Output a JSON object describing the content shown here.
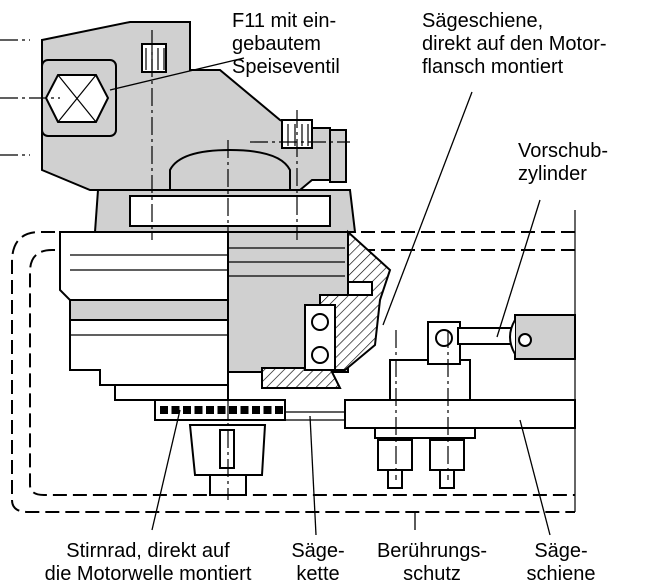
{
  "labels": {
    "f11": "F11 mit ein-\ngebautem\nSpeiseventil",
    "saegeschiene_top": "Sägeschiene,\ndirekt auf den Motor-\nflansch montiert",
    "vorschub": "Vorschub-\nzylinder",
    "stirnrad": "Stirnrad, direkt auf\ndie Motorwelle montiert",
    "saegekette": "Säge-\nkette",
    "beruehrungsschutz": "Berührungs-\nschutz",
    "saegeschiene_bottom": "Säge-\nschiene"
  },
  "colors": {
    "body_fill": "#d0d0d0",
    "line": "#000000",
    "background": "#ffffff"
  }
}
